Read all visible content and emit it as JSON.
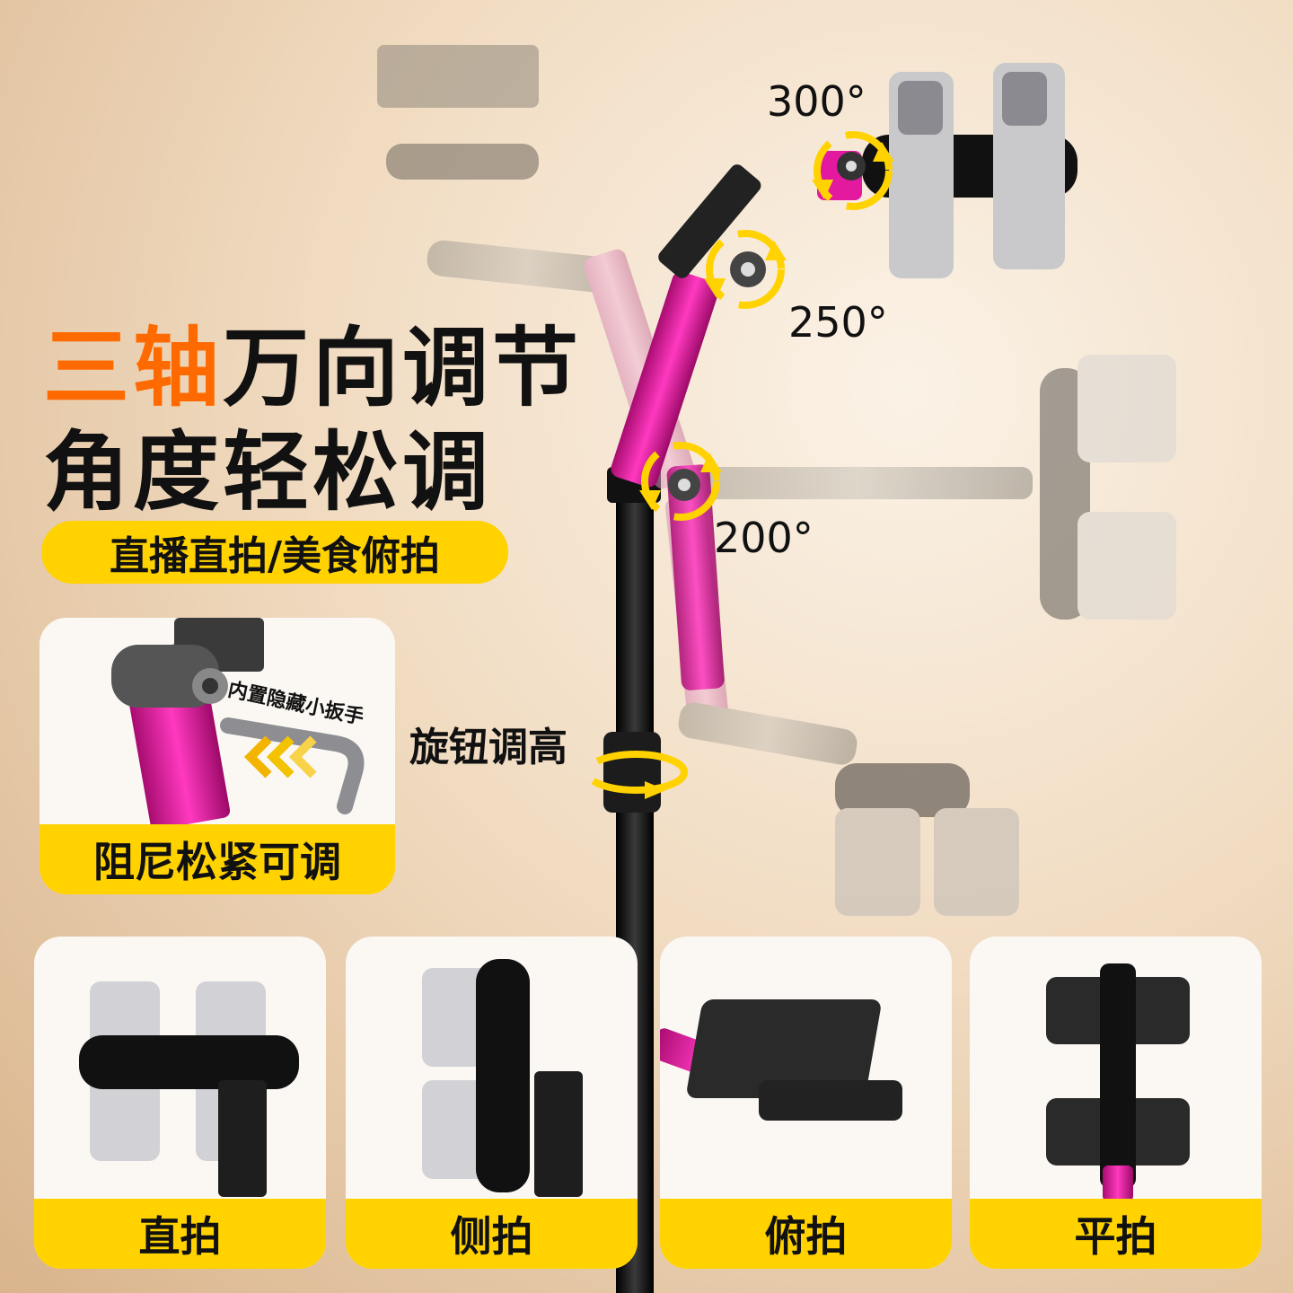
{
  "headline": {
    "line1_accent": "三轴",
    "line1_rest": "万向调节",
    "line2": "角度轻松调"
  },
  "subtitle_pill": "直播直拍/美食俯拍",
  "angles": {
    "a300": "300°",
    "a250": "250°",
    "a200": "200°"
  },
  "knob_label": "旋钮调高",
  "damping_card": {
    "wrench_text": "内置隐藏小扳手",
    "label": "阻尼松紧可调"
  },
  "mode_cards": [
    {
      "label": "直拍"
    },
    {
      "label": "侧拍"
    },
    {
      "label": "俯拍"
    },
    {
      "label": "平拍"
    }
  ],
  "colors": {
    "accent_orange": "#ff6a00",
    "label_yellow": "#ffd200",
    "arm_magenta": "#d3148f",
    "pole_black": "#1a1a1a"
  },
  "icons": [
    "rotation-arrow-icon",
    "chevron-arrows-icon",
    "phone-icon"
  ]
}
